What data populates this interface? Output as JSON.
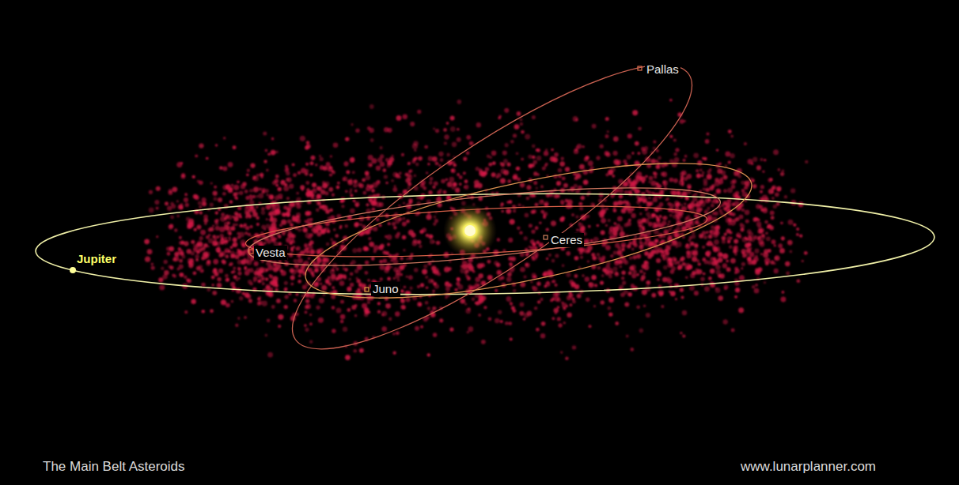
{
  "diagram": {
    "title": "The Main Belt Asteroids",
    "labels": [
      "Pallas",
      "Ceres",
      "Vesta",
      "Juno",
      "Jupiter",
      "www.lunarplanner.com"
    ]
  }
}
